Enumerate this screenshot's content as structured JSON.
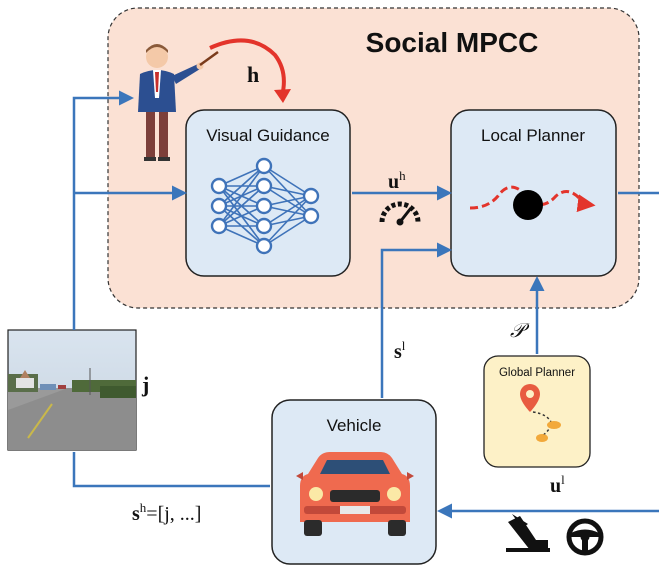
{
  "title": "Social MPCC",
  "blocks": {
    "visual_guidance": "Visual Guidance",
    "local_planner": "Local Planner",
    "vehicle": "Vehicle",
    "global_planner": "Global Planner"
  },
  "symbols": {
    "h": "h",
    "u_h_base": "u",
    "u_h_sup": "h",
    "s_l_base": "s",
    "s_l_sup": "l",
    "P": "𝒫",
    "j": "j",
    "s_h_expr_base": "s",
    "s_h_expr_sup": "h",
    "s_h_expr_rest": "=[j, ...]",
    "u_l_base": "u",
    "u_l_sup": "l"
  },
  "icons": {
    "teacher": "teacher-icon",
    "neural_network": "neural-network-icon",
    "speedometer": "speedometer-icon",
    "trajectory": "trajectory-icon",
    "car": "car-icon",
    "map_pin": "map-pin-icon",
    "pedals": "pedals-icon",
    "steering_wheel": "steering-wheel-icon",
    "road_photo": "road-photo"
  },
  "colors": {
    "mpcc_fill": "#fbe1d4",
    "block_fill": "#dde9f5",
    "global_fill": "#fdf1c7",
    "arrow": "#3b76bb",
    "red": "#e3342b",
    "nn_blue": "#3f73b9",
    "car_body": "#ef6a4f"
  }
}
